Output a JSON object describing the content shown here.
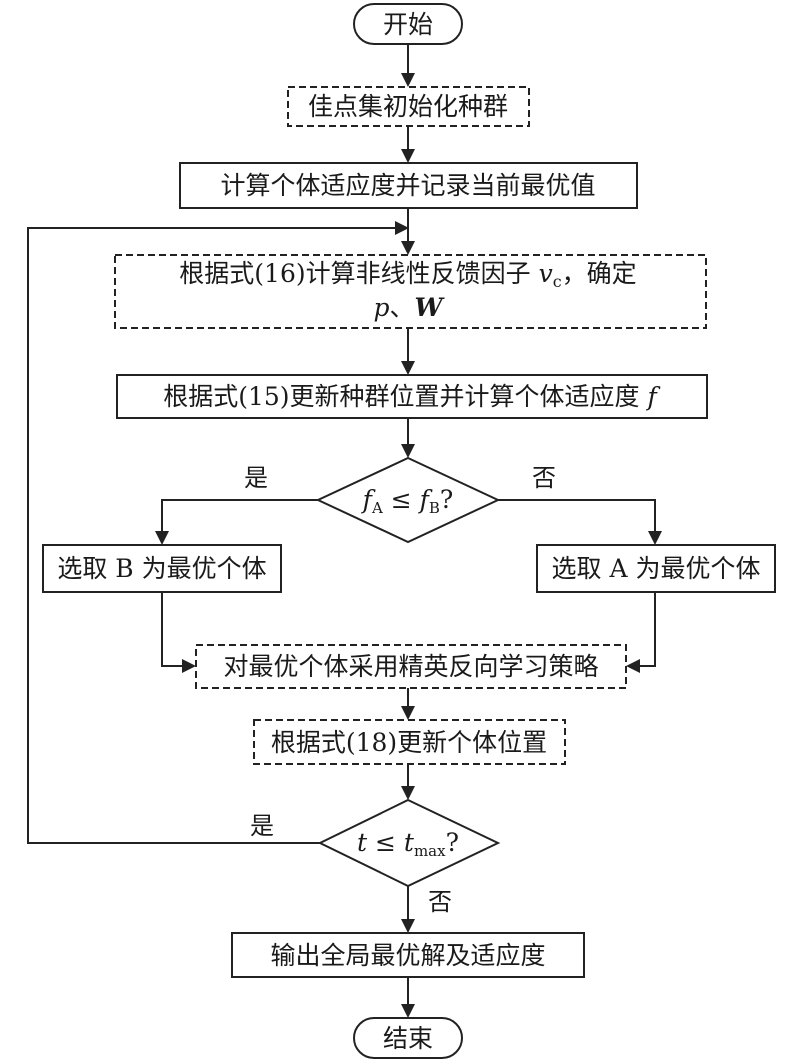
{
  "nodes": {
    "start": "开始",
    "init": "佳点集初始化种群",
    "fitness": "计算个体适应度并记录当前最优值",
    "feedback_line1_prefix": "根据式(16)计算非线性反馈因子 ",
    "feedback_line1_var": "v",
    "feedback_line1_sub": "c",
    "feedback_line1_suffix": "，确定",
    "feedback_line2_p": "p",
    "feedback_line2_sep": "、",
    "feedback_line2_w": "W",
    "update_prefix": "根据式(15)更新种群位置并计算个体适应度 ",
    "update_var": "f",
    "decision1_f1": "f",
    "decision1_sub1": "A",
    "decision1_op": " ≤ ",
    "decision1_f2": "f",
    "decision1_sub2": "B",
    "decision1_q": "?",
    "select_b": "选取 B 为最优个体",
    "select_a": "选取 A 为最优个体",
    "elite": "对最优个体采用精英反向学习策略",
    "update_individual": "根据式(18)更新个体位置",
    "decision2_t": "t",
    "decision2_op": " ≤ ",
    "decision2_t2": "t",
    "decision2_sub": "max",
    "decision2_q": "?",
    "output": "输出全局最优解及适应度",
    "end": "结束"
  },
  "edge_labels": {
    "d1_yes": "是",
    "d1_no": "否",
    "d2_yes": "是",
    "d2_no": "否"
  }
}
